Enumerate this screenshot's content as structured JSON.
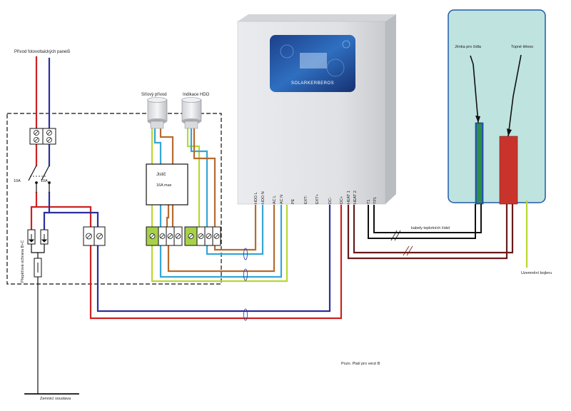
{
  "labels": {
    "pv_input": "Přívod fotovoltaických panelů",
    "mains": "Síťový přívod",
    "hdo": "Indikace HDO",
    "fuse_title": "Jistič",
    "fuse_rating": "16A max",
    "breaker_left": "10A",
    "breaker_right": "10A",
    "surge": "Přepěťová ochrana B+C",
    "earth_system": "Zemnicí soustava",
    "sensor_well": "Jímka pro čidla",
    "heater": "Topné těleso",
    "thermal_cables": "kabely teplotních čidel",
    "boiler_earth": "Uzemnění bojleru",
    "note": "Pozn. Platí pro verzi B",
    "brand": "SOLARKERBEROS"
  },
  "terminals": [
    "HDO L",
    "HDO N",
    "AC L",
    "AC N",
    "PE",
    "EXT-",
    "EXT+",
    "DC-",
    "DC+",
    "HEAT 1",
    "HEAT 2",
    "T1",
    "TP1"
  ],
  "colors": {
    "red": "#cc2222",
    "blue": "#2b2f9c",
    "brown": "#b86a2e",
    "light_blue": "#33a6d8",
    "green_yellow": "#b8d830",
    "dark_red": "#6a1a1a",
    "black": "#111111",
    "tank": "#bfe3df",
    "heater": "#c8342c"
  }
}
